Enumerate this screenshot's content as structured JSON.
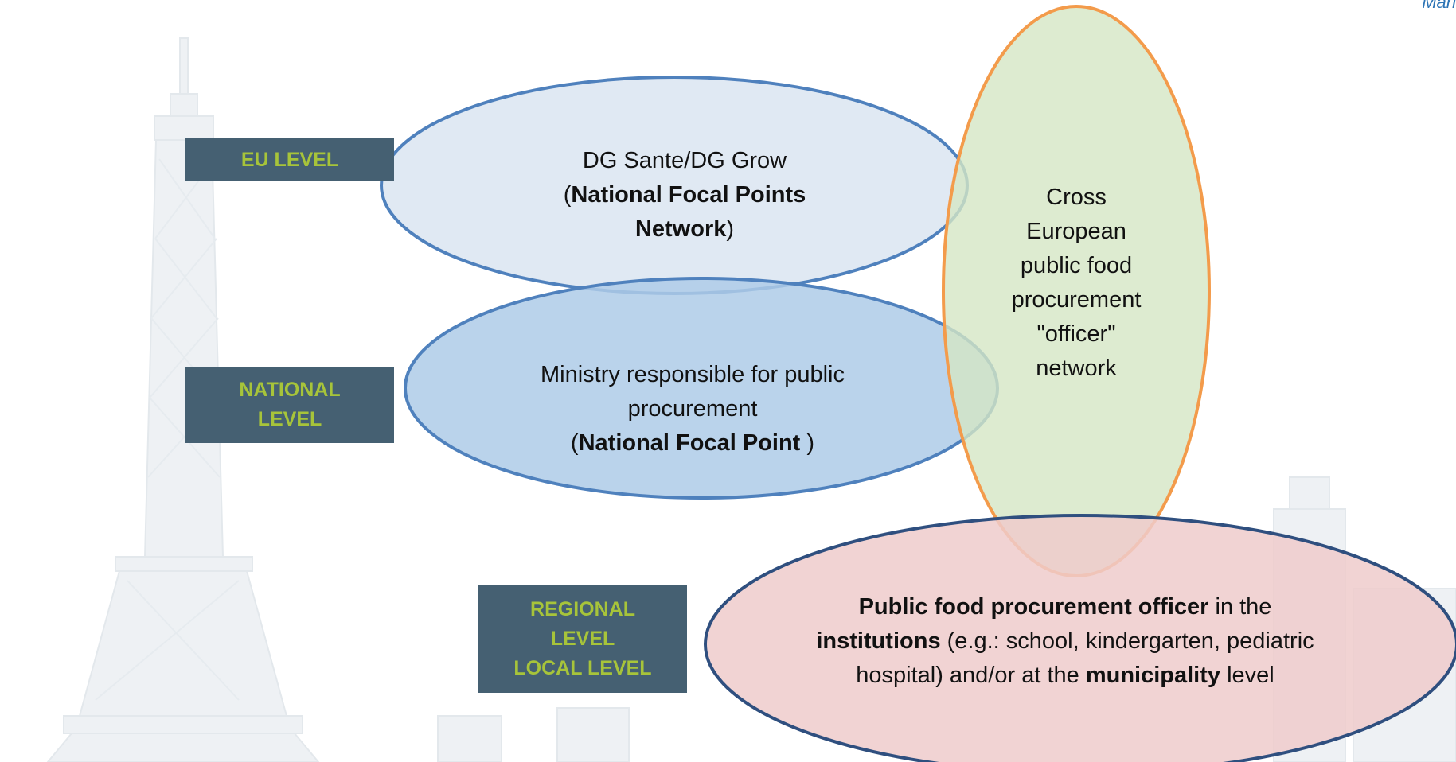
{
  "header": {
    "corner_text": "Mari"
  },
  "levels": {
    "eu": "EU LEVEL",
    "national": [
      "NATIONAL",
      "LEVEL"
    ],
    "regional": [
      "REGIONAL",
      "LEVEL",
      "LOCAL LEVEL"
    ]
  },
  "ellipses": {
    "eu": {
      "line1": "DG Sante/DG Grow",
      "line2_pre": "(",
      "line2_bold": "National Focal Points",
      "line3_bold": "Network",
      "line3_post": ")"
    },
    "national": {
      "line1": "Ministry responsible for public",
      "line2": "procurement",
      "line3_pre": "(",
      "line3_bold": "National Focal Point",
      "line3_post": " )"
    },
    "cross": {
      "lines": [
        "Cross",
        "European",
        "public food",
        "procurement",
        "\"officer\"",
        "network"
      ]
    },
    "regional": {
      "l1_bold": "Public food procurement officer",
      "l1_post": " in the",
      "l2_bold": "institutions",
      "l2_post": " (e.g.: school, kindergarten, pediatric",
      "l3_pre": "hospital) and/or at the ",
      "l3_bold": "municipality",
      "l3_post": " level"
    }
  },
  "colors": {
    "eu_fill": "#dae5f1",
    "national_fill": "#aecbe7",
    "cross_fill": "#d5e6c4",
    "regional_fill": "#efcbcb",
    "level_box": "#456072",
    "level_text": "#a7c43a"
  }
}
